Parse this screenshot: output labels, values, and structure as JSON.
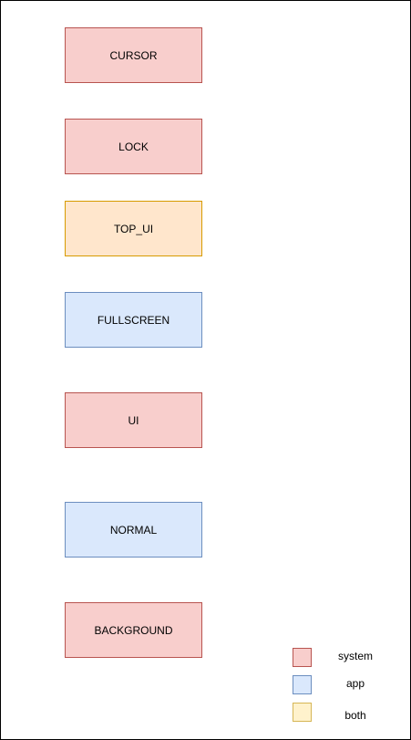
{
  "colors": {
    "system": {
      "fill": "#f8cecc",
      "stroke": "#b85450"
    },
    "app": {
      "fill": "#dae8fc",
      "stroke": "#6c8ebf"
    },
    "both": {
      "fill": "#ffe6cc",
      "stroke": "#d79b00"
    },
    "both_legend": {
      "fill": "#fff2cc",
      "stroke": "#d6b656"
    }
  },
  "layers": [
    {
      "label": "CURSOR",
      "category": "system"
    },
    {
      "label": "LOCK",
      "category": "system"
    },
    {
      "label": "TOP_UI",
      "category": "both"
    },
    {
      "label": "FULLSCREEN",
      "category": "app"
    },
    {
      "label": "UI",
      "category": "system"
    },
    {
      "label": "NORMAL",
      "category": "app"
    },
    {
      "label": "BACKGROUND",
      "category": "system"
    }
  ],
  "legend": [
    {
      "label": "system",
      "category": "system"
    },
    {
      "label": "app",
      "category": "app"
    },
    {
      "label": "both",
      "category": "both_legend"
    }
  ]
}
